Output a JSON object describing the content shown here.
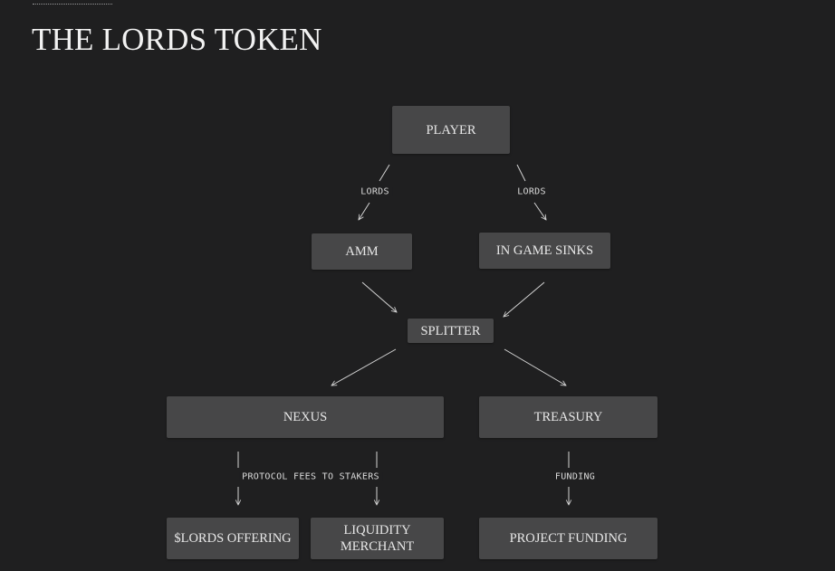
{
  "title": "THE LORDS TOKEN",
  "nodes": {
    "player": "PLAYER",
    "amm": "AMM",
    "in_game_sinks": "IN GAME SINKS",
    "splitter": "SPLITTER",
    "nexus": "NEXUS",
    "treasury": "TREASURY",
    "lords_offering": "$LORDS OFFERING",
    "liquidity_merchant_line1": "LIQUIDITY",
    "liquidity_merchant_line2": "MERCHANT",
    "project_funding": "PROJECT FUNDING"
  },
  "edge_labels": {
    "player_to_amm": "LORDS",
    "player_to_sinks": "LORDS",
    "nexus_outputs": "PROTOCOL FEES TO STAKERS",
    "treasury_output": "FUNDING"
  },
  "colors": {
    "background": "#1f1f20",
    "node_fill": "#474748",
    "text": "#e8e8e8",
    "edge": "#d4d4d4"
  }
}
